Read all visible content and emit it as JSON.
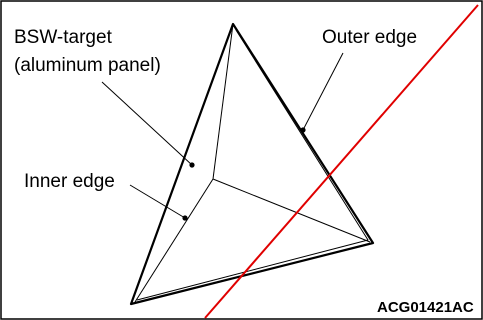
{
  "labels": {
    "bsw_target_line1": "BSW-target",
    "bsw_target_line2": "(aluminum panel)",
    "outer_edge": "Outer edge",
    "inner_edge": "Inner edge"
  },
  "figure_code": "ACG01421AC",
  "colors": {
    "frame": "#000000",
    "outline": "#000000",
    "cut_line": "#e00000",
    "background": "#ffffff"
  }
}
